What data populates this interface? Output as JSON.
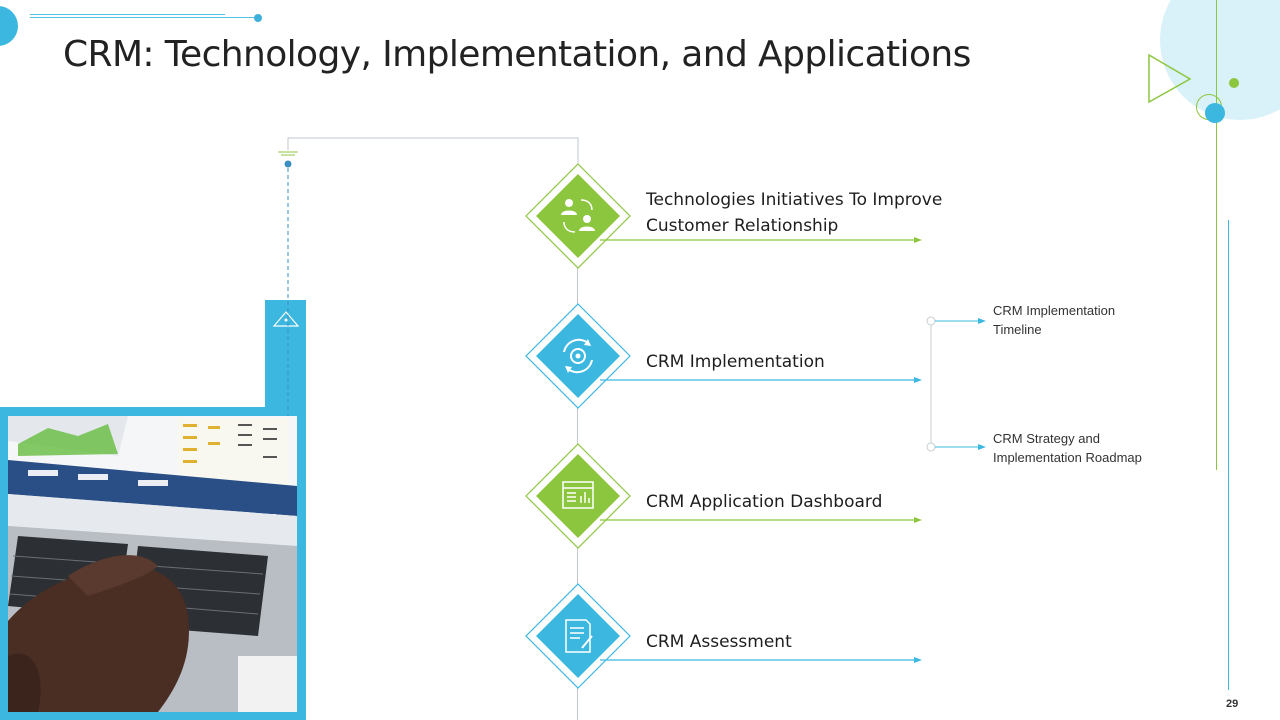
{
  "page": {
    "title": "CRM: Technology, Implementation, and Applications",
    "page_number": "29"
  },
  "items": [
    {
      "label_line1": "Technologies Initiatives To Improve",
      "label_line2": "Customer Relationship",
      "color": "#8cc63f",
      "icon": "people-exchange-icon"
    },
    {
      "label_line1": "CRM Implementation",
      "color": "#3cb8e0",
      "icon": "gear-cycle-icon"
    },
    {
      "label_line1": "CRM Application Dashboard",
      "color": "#8cc63f",
      "icon": "dashboard-icon"
    },
    {
      "label_line1": "CRM Assessment",
      "color": "#3cb8e0",
      "icon": "checklist-icon"
    }
  ],
  "sub_items": [
    {
      "line1": "CRM Implementation",
      "line2": "Timeline"
    },
    {
      "line1": "CRM Strategy and",
      "line2": "Implementation Roadmap"
    }
  ],
  "colors": {
    "accent_green": "#8cc63f",
    "accent_blue": "#3cb8e0",
    "light_blue": "#d9f1f9"
  },
  "photo": {
    "subject": "hand-typing-on-laptop-image"
  }
}
